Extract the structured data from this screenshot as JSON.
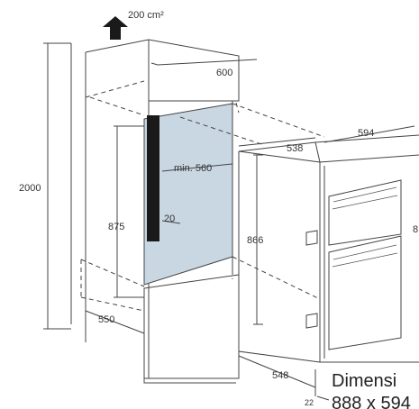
{
  "labels": {
    "ventilation": "200 cm²",
    "cabinet_depth_top": "600",
    "cabinet_height": "2000",
    "min_width": "min. 560",
    "niche_height": "875",
    "gap": "20",
    "cabinet_depth_bottom": "550",
    "oven_depth_top": "538",
    "oven_width": "594",
    "oven_height": "866",
    "oven_height_right": "8",
    "oven_depth_bottom": "548",
    "oven_offset": "22",
    "caption_title": "Dimensi",
    "caption_size": "888 x 594"
  },
  "colors": {
    "niche_fill": "#c9d7e3",
    "dark_panel": "#1a1a1a",
    "line": "#444444"
  },
  "icons": {
    "vent_arrow": "up-arrow-icon"
  }
}
